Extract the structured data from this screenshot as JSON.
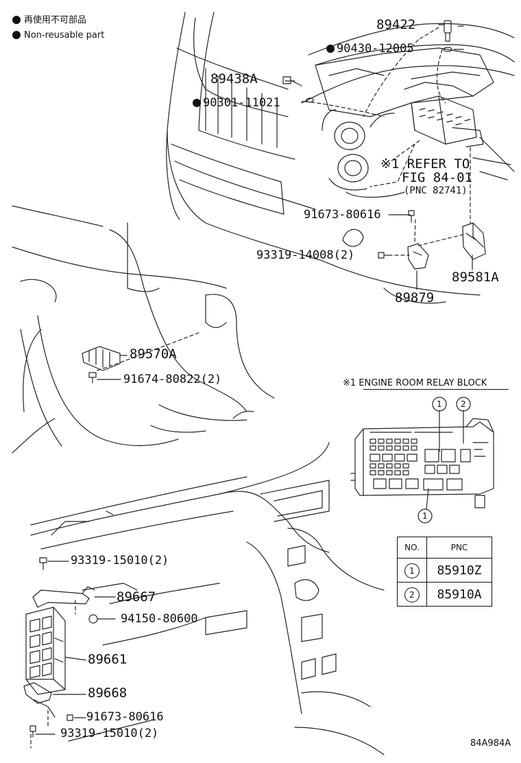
{
  "legend": {
    "line1": "再使用不可部品",
    "line2": "Non-reusable part"
  },
  "callouts": {
    "p89422": "89422",
    "p90430": "90430-12005",
    "p89438A": "89438A",
    "p90301": "90301-11021",
    "refer1": "※1 REFER TO",
    "refer2": "FIG 84-01",
    "refer3": "(PNC 82741)",
    "p91673a": "91673-80616",
    "p93319a": "93319-14008(2)",
    "p89581A": "89581A",
    "p89879": "89879",
    "p89570A": "89570A",
    "p91674": "91674-80822(2)",
    "p93319b": "93319-15010(2)",
    "p89667": "89667",
    "p94150": "94150-80600",
    "p89661": "89661",
    "p89668": "89668",
    "p91673b": "91673-80616",
    "p93319c": "93319-15010(2)"
  },
  "relay_block": {
    "title": "※1  ENGINE ROOM RELAY BLOCK",
    "marker1": "1",
    "marker2": "2",
    "marker1b": "1"
  },
  "pnc_table": {
    "col_no": "NO.",
    "col_pnc": "PNC",
    "rows": [
      {
        "no": "1",
        "pnc": "85910Z"
      },
      {
        "no": "2",
        "pnc": "85910A"
      }
    ]
  },
  "figure_code": "84A984A"
}
